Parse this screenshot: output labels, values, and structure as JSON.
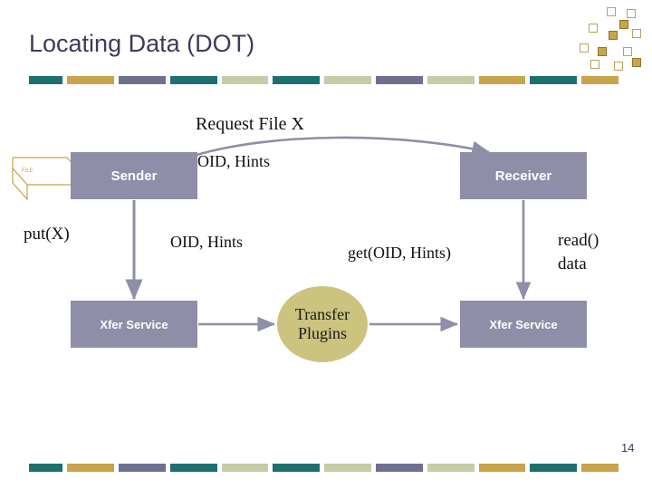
{
  "slide": {
    "title": "Locating Data (DOT)",
    "page_number": "14",
    "colors": {
      "title": "#3b3b5c",
      "box_fill": "#8e8ea8",
      "ellipse_fill": "#cbc37e",
      "arrow": "#8e8ea8",
      "bar_teal": "#1d7070",
      "bar_gold": "#c8a44a",
      "bar_slate": "#6f6f92",
      "bar_sage": "#c6ccA6"
    },
    "color_bar_top": [
      {
        "color": "#1d7070",
        "width": 40
      },
      {
        "color": "#c8a44a",
        "width": 56
      },
      {
        "color": "#6f6f92",
        "width": 56
      },
      {
        "color": "#1d7070",
        "width": 56
      },
      {
        "color": "#c6cca6",
        "width": 56
      },
      {
        "color": "#1d7070",
        "width": 56
      },
      {
        "color": "#c6cca6",
        "width": 56
      },
      {
        "color": "#6f6f92",
        "width": 56
      },
      {
        "color": "#c6cca6",
        "width": 56
      },
      {
        "color": "#c8a44a",
        "width": 56
      },
      {
        "color": "#1d7070",
        "width": 56
      },
      {
        "color": "#c8a44a",
        "width": 44
      }
    ],
    "color_bar_bottom": [
      {
        "color": "#1d7070",
        "width": 40
      },
      {
        "color": "#c8a44a",
        "width": 56
      },
      {
        "color": "#6f6f92",
        "width": 56
      },
      {
        "color": "#1d7070",
        "width": 56
      },
      {
        "color": "#c6cca6",
        "width": 56
      },
      {
        "color": "#1d7070",
        "width": 56
      },
      {
        "color": "#c6cca6",
        "width": 56
      },
      {
        "color": "#6f6f92",
        "width": 56
      },
      {
        "color": "#c6cca6",
        "width": 56
      },
      {
        "color": "#c8a44a",
        "width": 56
      },
      {
        "color": "#1d7070",
        "width": 56
      },
      {
        "color": "#c8a44a",
        "width": 44
      }
    ]
  },
  "diagram": {
    "nodes": {
      "sender": "Sender",
      "receiver": "Receiver",
      "xfer_left": "Xfer Service",
      "xfer_right": "Xfer Service",
      "transfer_plugins_line1": "Transfer",
      "transfer_plugins_line2": "Plugins"
    },
    "labels": {
      "request_file": "Request File X",
      "oid_hints_top": "OID, Hints",
      "put_x": "put(X)",
      "oid_hints_mid": "OID, Hints",
      "get_oid_hints": "get(OID, Hints)",
      "read_data": "read()\ndata"
    },
    "icons": {
      "file_icon": "file-icon",
      "deco_squares": "decorative-squares"
    }
  }
}
